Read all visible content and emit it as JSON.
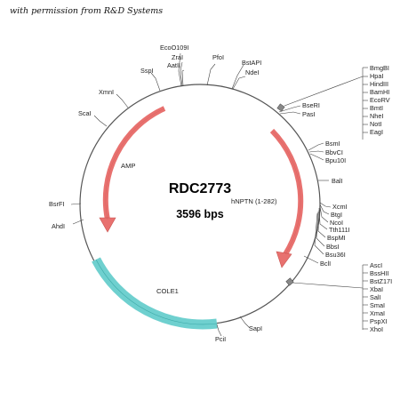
{
  "permission_note": "with permission from R&D Systems",
  "plasmid": {
    "name": "RDC2773",
    "size": "3596 bps"
  },
  "features": [
    {
      "id": "amp",
      "label": "AMP",
      "type": "arrow",
      "color": "#e8716f",
      "direction": "counterclockwise"
    },
    {
      "id": "hnptn",
      "label": "hNPTN (1-282)",
      "type": "arrow",
      "color": "#e8716f",
      "direction": "clockwise"
    },
    {
      "id": "cole1",
      "label": "COLE1",
      "type": "band",
      "color": "#6fd0cf"
    }
  ],
  "sites": [
    {
      "id": "ecoo109i",
      "label": "EcoO109I"
    },
    {
      "id": "zrai",
      "label": "ZraI"
    },
    {
      "id": "aatii",
      "label": "AatII"
    },
    {
      "id": "pfoi",
      "label": "PfoI"
    },
    {
      "id": "bstapi",
      "label": "BstAPI"
    },
    {
      "id": "ndei",
      "label": "NdeI"
    },
    {
      "id": "sspi",
      "label": "SspI"
    },
    {
      "id": "xmni",
      "label": "XmnI"
    },
    {
      "id": "scai",
      "label": "ScaI"
    },
    {
      "id": "bsrfi",
      "label": "BsrFI"
    },
    {
      "id": "ahdi",
      "label": "AhdI"
    },
    {
      "id": "bseri",
      "label": "BseRI"
    },
    {
      "id": "pasi",
      "label": "PasI"
    },
    {
      "id": "bsmi",
      "label": "BsmI"
    },
    {
      "id": "bbvci",
      "label": "BbvCI"
    },
    {
      "id": "bpu10i",
      "label": "Bpu10I"
    },
    {
      "id": "bali",
      "label": "BalI"
    },
    {
      "id": "xcmi",
      "label": "XcmI"
    },
    {
      "id": "btgi",
      "label": "BtgI"
    },
    {
      "id": "ncoi",
      "label": "NcoI"
    },
    {
      "id": "tth111i",
      "label": "Tth111I"
    },
    {
      "id": "bspmi",
      "label": "BspMI"
    },
    {
      "id": "bbsi",
      "label": "BbsI"
    },
    {
      "id": "bsu36i",
      "label": "Bsu36I"
    },
    {
      "id": "bcli",
      "label": "BclI"
    },
    {
      "id": "sapi",
      "label": "SapI"
    },
    {
      "id": "pcii",
      "label": "PciI"
    }
  ],
  "site_clusters": [
    {
      "id": "mcs-upper",
      "labels": [
        "BmgBI",
        "HpaI",
        "HindIII",
        "BamHI",
        "EcoRV",
        "BmtI",
        "NheI",
        "NotI",
        "EagI"
      ]
    },
    {
      "id": "mcs-lower",
      "labels": [
        "AscI",
        "BssHII",
        "BstZ17I",
        "XbaI",
        "SalI",
        "SmaI",
        "XmaI",
        "PspXI",
        "XhoI"
      ]
    }
  ]
}
